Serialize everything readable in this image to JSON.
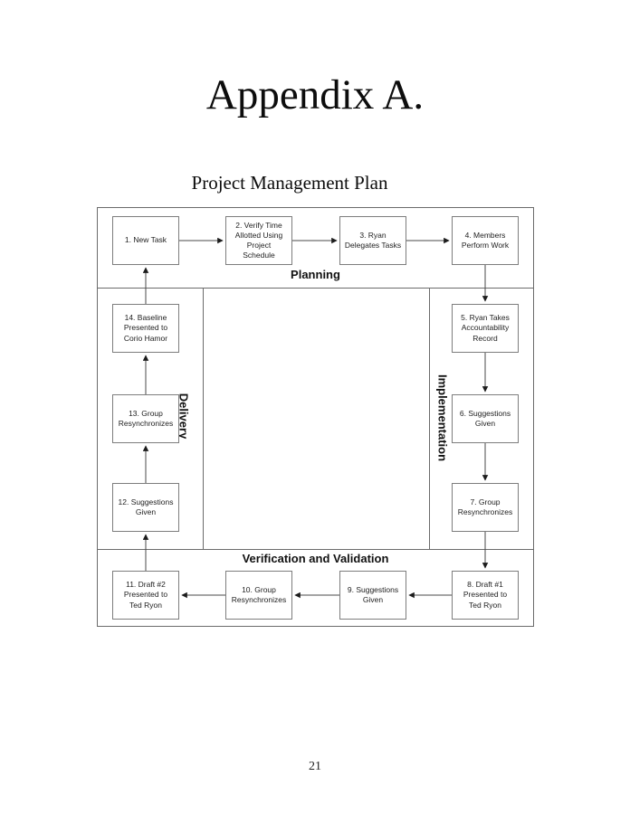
{
  "page": {
    "title": "Appendix A.",
    "subtitle": "Project Management Plan",
    "page_number": "21"
  },
  "diagram": {
    "sections": {
      "planning": "Planning",
      "implementation": "Implementation",
      "verification": "Verification and Validation",
      "delivery": "Delivery"
    },
    "boxes": [
      {
        "label": "1. New Task"
      },
      {
        "label": "2. Verify Time\nAllotted Using\nProject\nSchedule"
      },
      {
        "label": "3. Ryan\nDelegates Tasks"
      },
      {
        "label": "4. Members\nPerform Work"
      },
      {
        "label": "5. Ryan Takes\nAccountability\nRecord"
      },
      {
        "label": "6. Suggestions\nGiven"
      },
      {
        "label": "7. Group\nResynchronizes"
      },
      {
        "label": "8. Draft #1\nPresented to\nTed Ryon"
      },
      {
        "label": "9. Suggestions\nGiven"
      },
      {
        "label": "10. Group\nResynchronizes"
      },
      {
        "label": "11. Draft #2\nPresented to\nTed Ryon"
      },
      {
        "label": "12. Suggestions\nGiven"
      },
      {
        "label": "13. Group\nResynchronizes"
      },
      {
        "label": "14. Baseline\nPresented to\nCorio Hamor"
      }
    ],
    "colors": {
      "border": "#6b6b6b",
      "box_border": "#7d7d7d",
      "arrow_line": "#4a4a4a",
      "arrow_head": "#1c1c1c",
      "text": "#222222"
    }
  }
}
